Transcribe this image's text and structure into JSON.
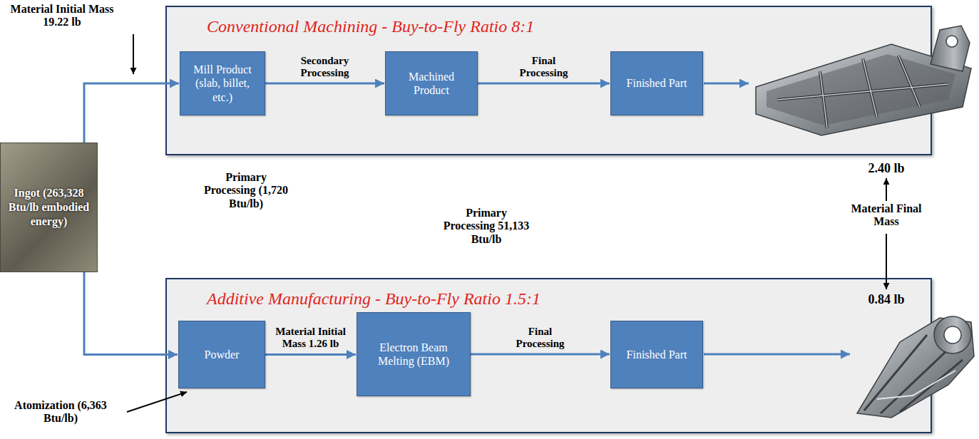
{
  "diagram": {
    "nodes": [
      {
        "text": [
          "Conventional Machining - Buy-to-Fly Ratio 8:1"
        ]
      },
      {
        "text": [
          "Mill Product (slab, billet, etc.)"
        ],
        "in": 0
      },
      {
        "text": [
          "Machined Product"
        ],
        "in": 0
      },
      {
        "text": [
          "Finished Part"
        ],
        "in": 0
      },
      {
        "text": [
          "Ingot (263,328 Btu/lb embodied energy)"
        ]
      },
      {
        "text": [
          "Additive Manufacturing - Buy-to-Fly Ratio 1.5:1"
        ]
      },
      {
        "text": [
          "Powder"
        ],
        "in": 5
      },
      {
        "text": [
          "Electron Beam Melting (EBM)"
        ],
        "in": 5
      },
      {
        "text": [
          "Finished Part"
        ],
        "in": 5
      }
    ],
    "edges": [
      {
        "from": 4,
        "to": 1,
        "arrow": "to"
      },
      {
        "from": 1,
        "to": 2,
        "label": "Secondary Processing",
        "arrow": "to"
      },
      {
        "from": 2,
        "to": 3,
        "label": "Final Processing",
        "arrow": "to"
      },
      {
        "from": 4,
        "to": 6,
        "arrow": "to"
      },
      {
        "from": 6,
        "to": 7,
        "label": "Material Initial Mass 1.26 lb",
        "arrow": "to"
      },
      {
        "from": 7,
        "to": 8,
        "label": "Final Processing",
        "arrow": "to"
      }
    ],
    "labels": [
      "Material Initial Mass 19.22 lb",
      "Primary Processing (1,720 Btu/lb)",
      "Primary Processing 51,133 Btu/lb",
      "Atomization (6,363 Btu/lb)",
      "2.40 lb",
      "Material Final Mass",
      "0.84 lb"
    ]
  }
}
